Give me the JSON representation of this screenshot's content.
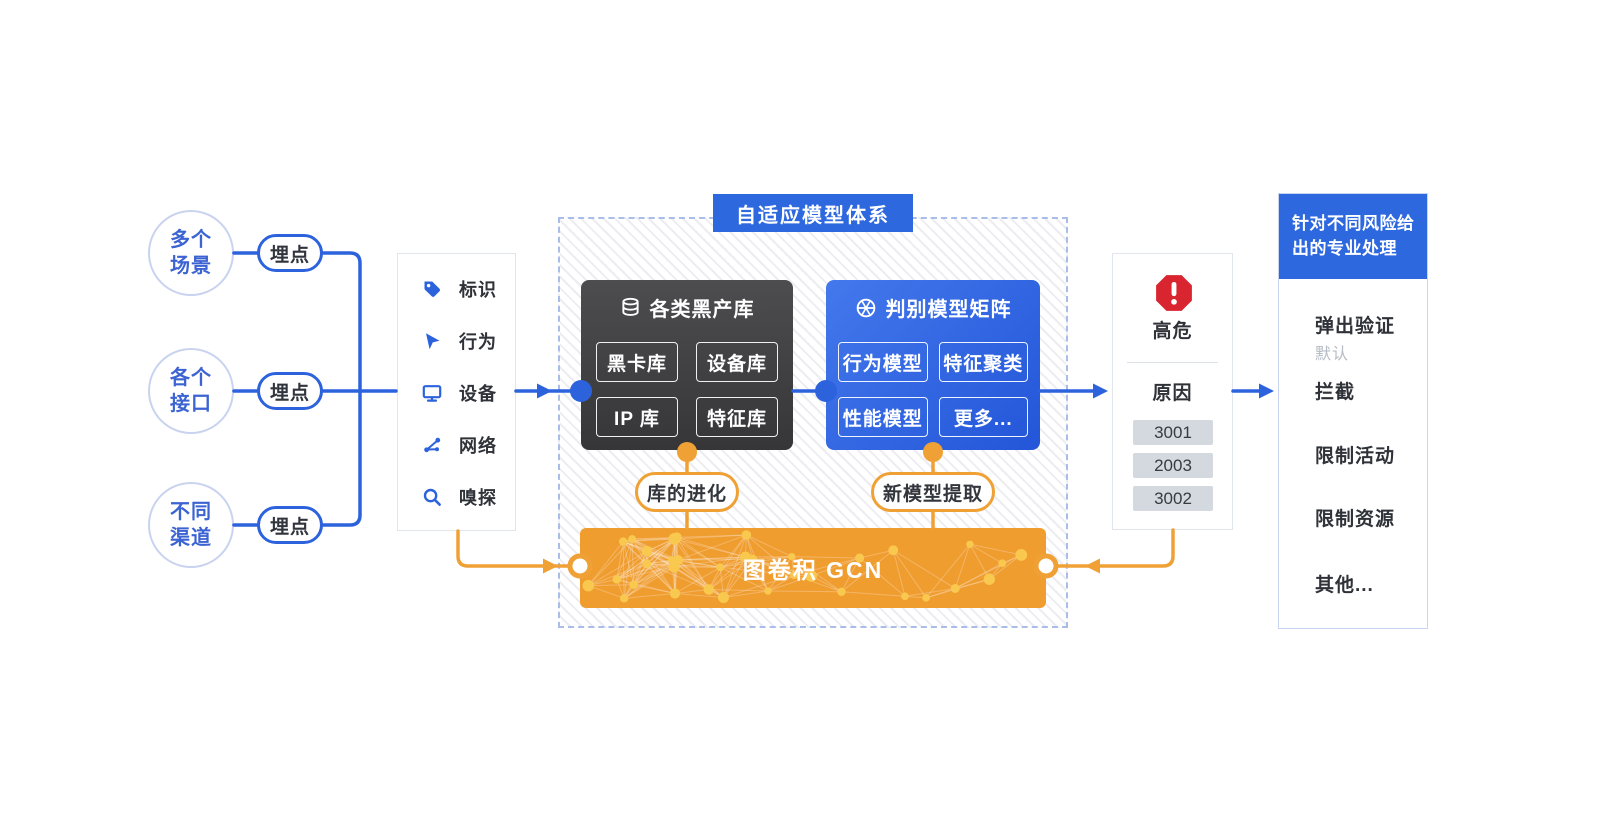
{
  "colors": {
    "accent_blue": "#2c63dd",
    "header_blue": "#2e68df",
    "accent_orange": "#f0a136",
    "dark_box": "#3a3a3c",
    "alert_red": "#d8252f"
  },
  "left_flow": {
    "sources": [
      {
        "lines": [
          "多个",
          "场景"
        ],
        "tap_label": "埋点"
      },
      {
        "lines": [
          "各个",
          "接口"
        ],
        "tap_label": "埋点"
      },
      {
        "lines": [
          "不同",
          "渠道"
        ],
        "tap_label": "埋点"
      }
    ]
  },
  "signal_panel": {
    "items": [
      {
        "icon": "tag-icon",
        "label": "标识"
      },
      {
        "icon": "cursor-icon",
        "label": "行为"
      },
      {
        "icon": "monitor-icon",
        "label": "设备"
      },
      {
        "icon": "network-icon",
        "label": "网络"
      },
      {
        "icon": "magnifier-icon",
        "label": "嗅探"
      }
    ]
  },
  "model_system": {
    "title": "自适应模型体系",
    "black_db": {
      "icon": "database-icon",
      "title": "各类黑产库",
      "items": [
        "黑卡库",
        "设备库",
        "IP 库",
        "特征库"
      ]
    },
    "model_matrix": {
      "icon": "wheel-icon",
      "title": "判别模型矩阵",
      "items": [
        "行为模型",
        "特征聚类",
        "性能模型",
        "更多..."
      ]
    },
    "evolution_label": "库的进化",
    "extraction_label": "新模型提取",
    "gcn_label": "图卷积 GCN"
  },
  "risk_panel": {
    "icon": "stop-alert-icon",
    "level": "高危",
    "reason_label": "原因",
    "codes": [
      "3001",
      "2003",
      "3002"
    ]
  },
  "action_panel": {
    "header": "针对不同风险给出的专业处理",
    "items": [
      {
        "label": "弹出验证",
        "note": "默认"
      },
      {
        "label": "拦截",
        "note": ""
      },
      {
        "label": "限制活动",
        "note": ""
      },
      {
        "label": "限制资源",
        "note": ""
      },
      {
        "label": "其他...",
        "note": ""
      }
    ]
  }
}
